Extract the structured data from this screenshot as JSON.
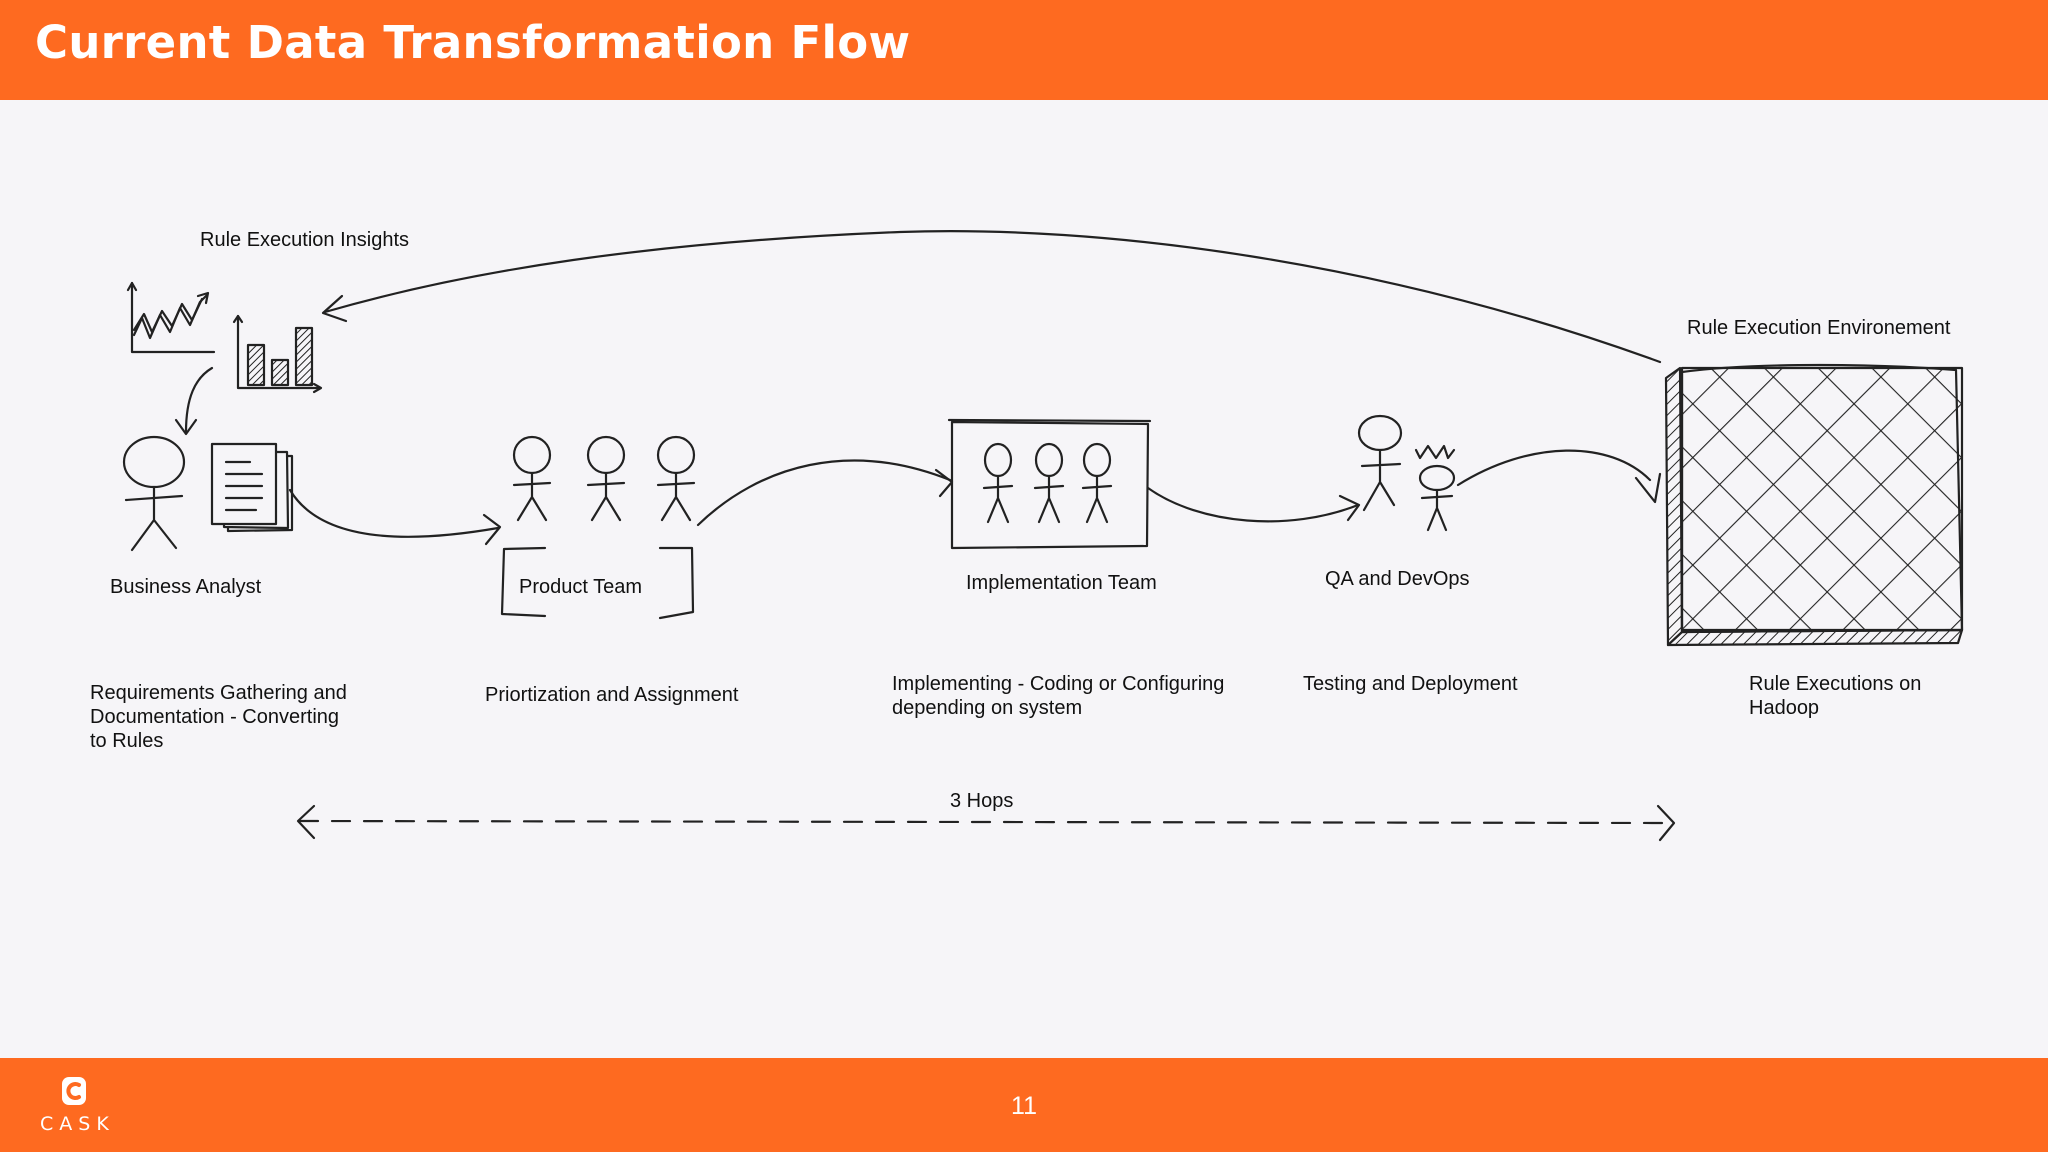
{
  "header": {
    "title": "Current Data Transformation Flow"
  },
  "footer": {
    "page_number": "11",
    "logo_text": "CASK"
  },
  "diagram": {
    "insights_label": "Rule Execution Insights",
    "environment_label": "Rule Execution Environement",
    "nodes": [
      {
        "name": "Business Analyst",
        "description": [
          "Requirements Gathering and",
          "Documentation - Converting",
          "to Rules"
        ]
      },
      {
        "name": "Product Team",
        "description": [
          "Priortization and Assignment"
        ]
      },
      {
        "name": "Implementation Team",
        "description": [
          "Implementing - Coding or Configuring",
          "depending on system"
        ]
      },
      {
        "name": "QA and DevOps",
        "description": [
          "Testing and Deployment"
        ]
      },
      {
        "name": "",
        "description": [
          "Rule Executions on",
          "Hadoop"
        ]
      }
    ],
    "hops_label": "3 Hops"
  },
  "colors": {
    "accent": "#fe6a20",
    "background": "#f6f5f8",
    "ink": "#222222"
  }
}
